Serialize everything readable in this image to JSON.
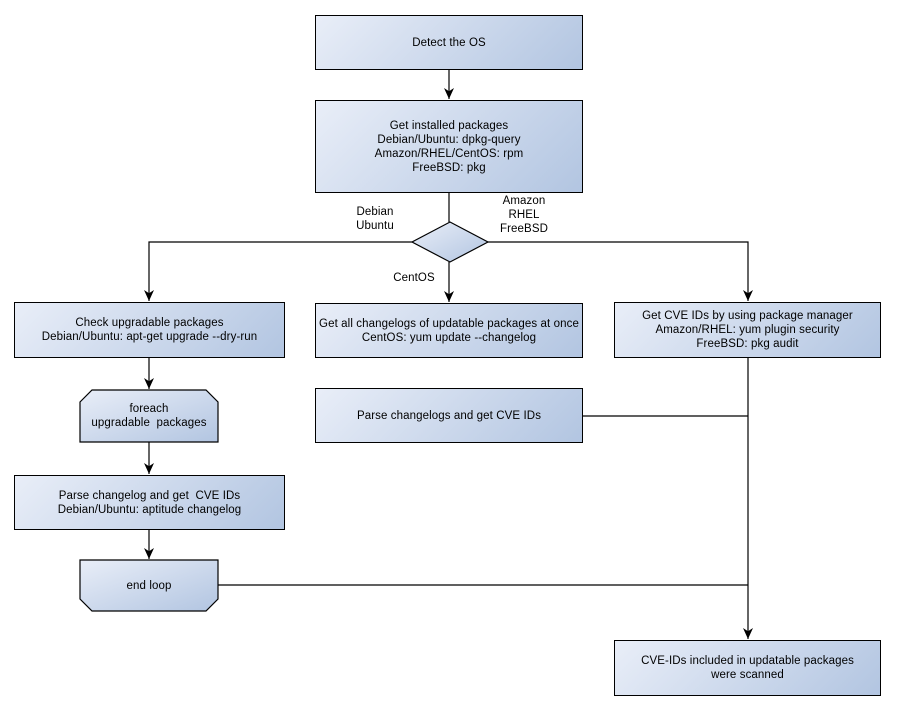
{
  "colors": {
    "node_fill_light": "#e9eef8",
    "node_fill_dark": "#b2c5e1",
    "node_border": "#000000",
    "connector": "#000000",
    "background": "#ffffff"
  },
  "nodes": {
    "detect_os": {
      "text": "Detect the OS"
    },
    "get_installed": {
      "text": "Get installed packages\nDebian/Ubuntu: dpkg-query\nAmazon/RHEL/CentOS: rpm\nFreeBSD: pkg"
    },
    "check_upgradable": {
      "text": "Check upgradable packages\nDebian/Ubuntu: apt-get upgrade --dry-run"
    },
    "foreach_loop": {
      "text": "foreach\nupgradable  packages"
    },
    "parse_changelog": {
      "text": "Parse changelog and get  CVE IDs\nDebian/Ubuntu: aptitude changelog"
    },
    "end_loop": {
      "text": "end loop"
    },
    "get_changelogs": {
      "text": "Get all changelogs of updatable packages at once\nCentOS: yum update --changelog"
    },
    "parse_changelogs": {
      "text": "Parse changelogs and get CVE IDs"
    },
    "get_cve_by_pm": {
      "text": "Get CVE IDs by using package manager\nAmazon/RHEL: yum plugin security\nFreeBSD: pkg audit"
    },
    "scanned_result": {
      "text": "CVE-IDs included in updatable packages\nwere scanned"
    }
  },
  "edge_labels": {
    "debian_ubuntu": "Debian\nUbuntu",
    "amazon_rhel_freebsd": "Amazon\nRHEL\nFreeBSD",
    "centos": "CentOS"
  }
}
